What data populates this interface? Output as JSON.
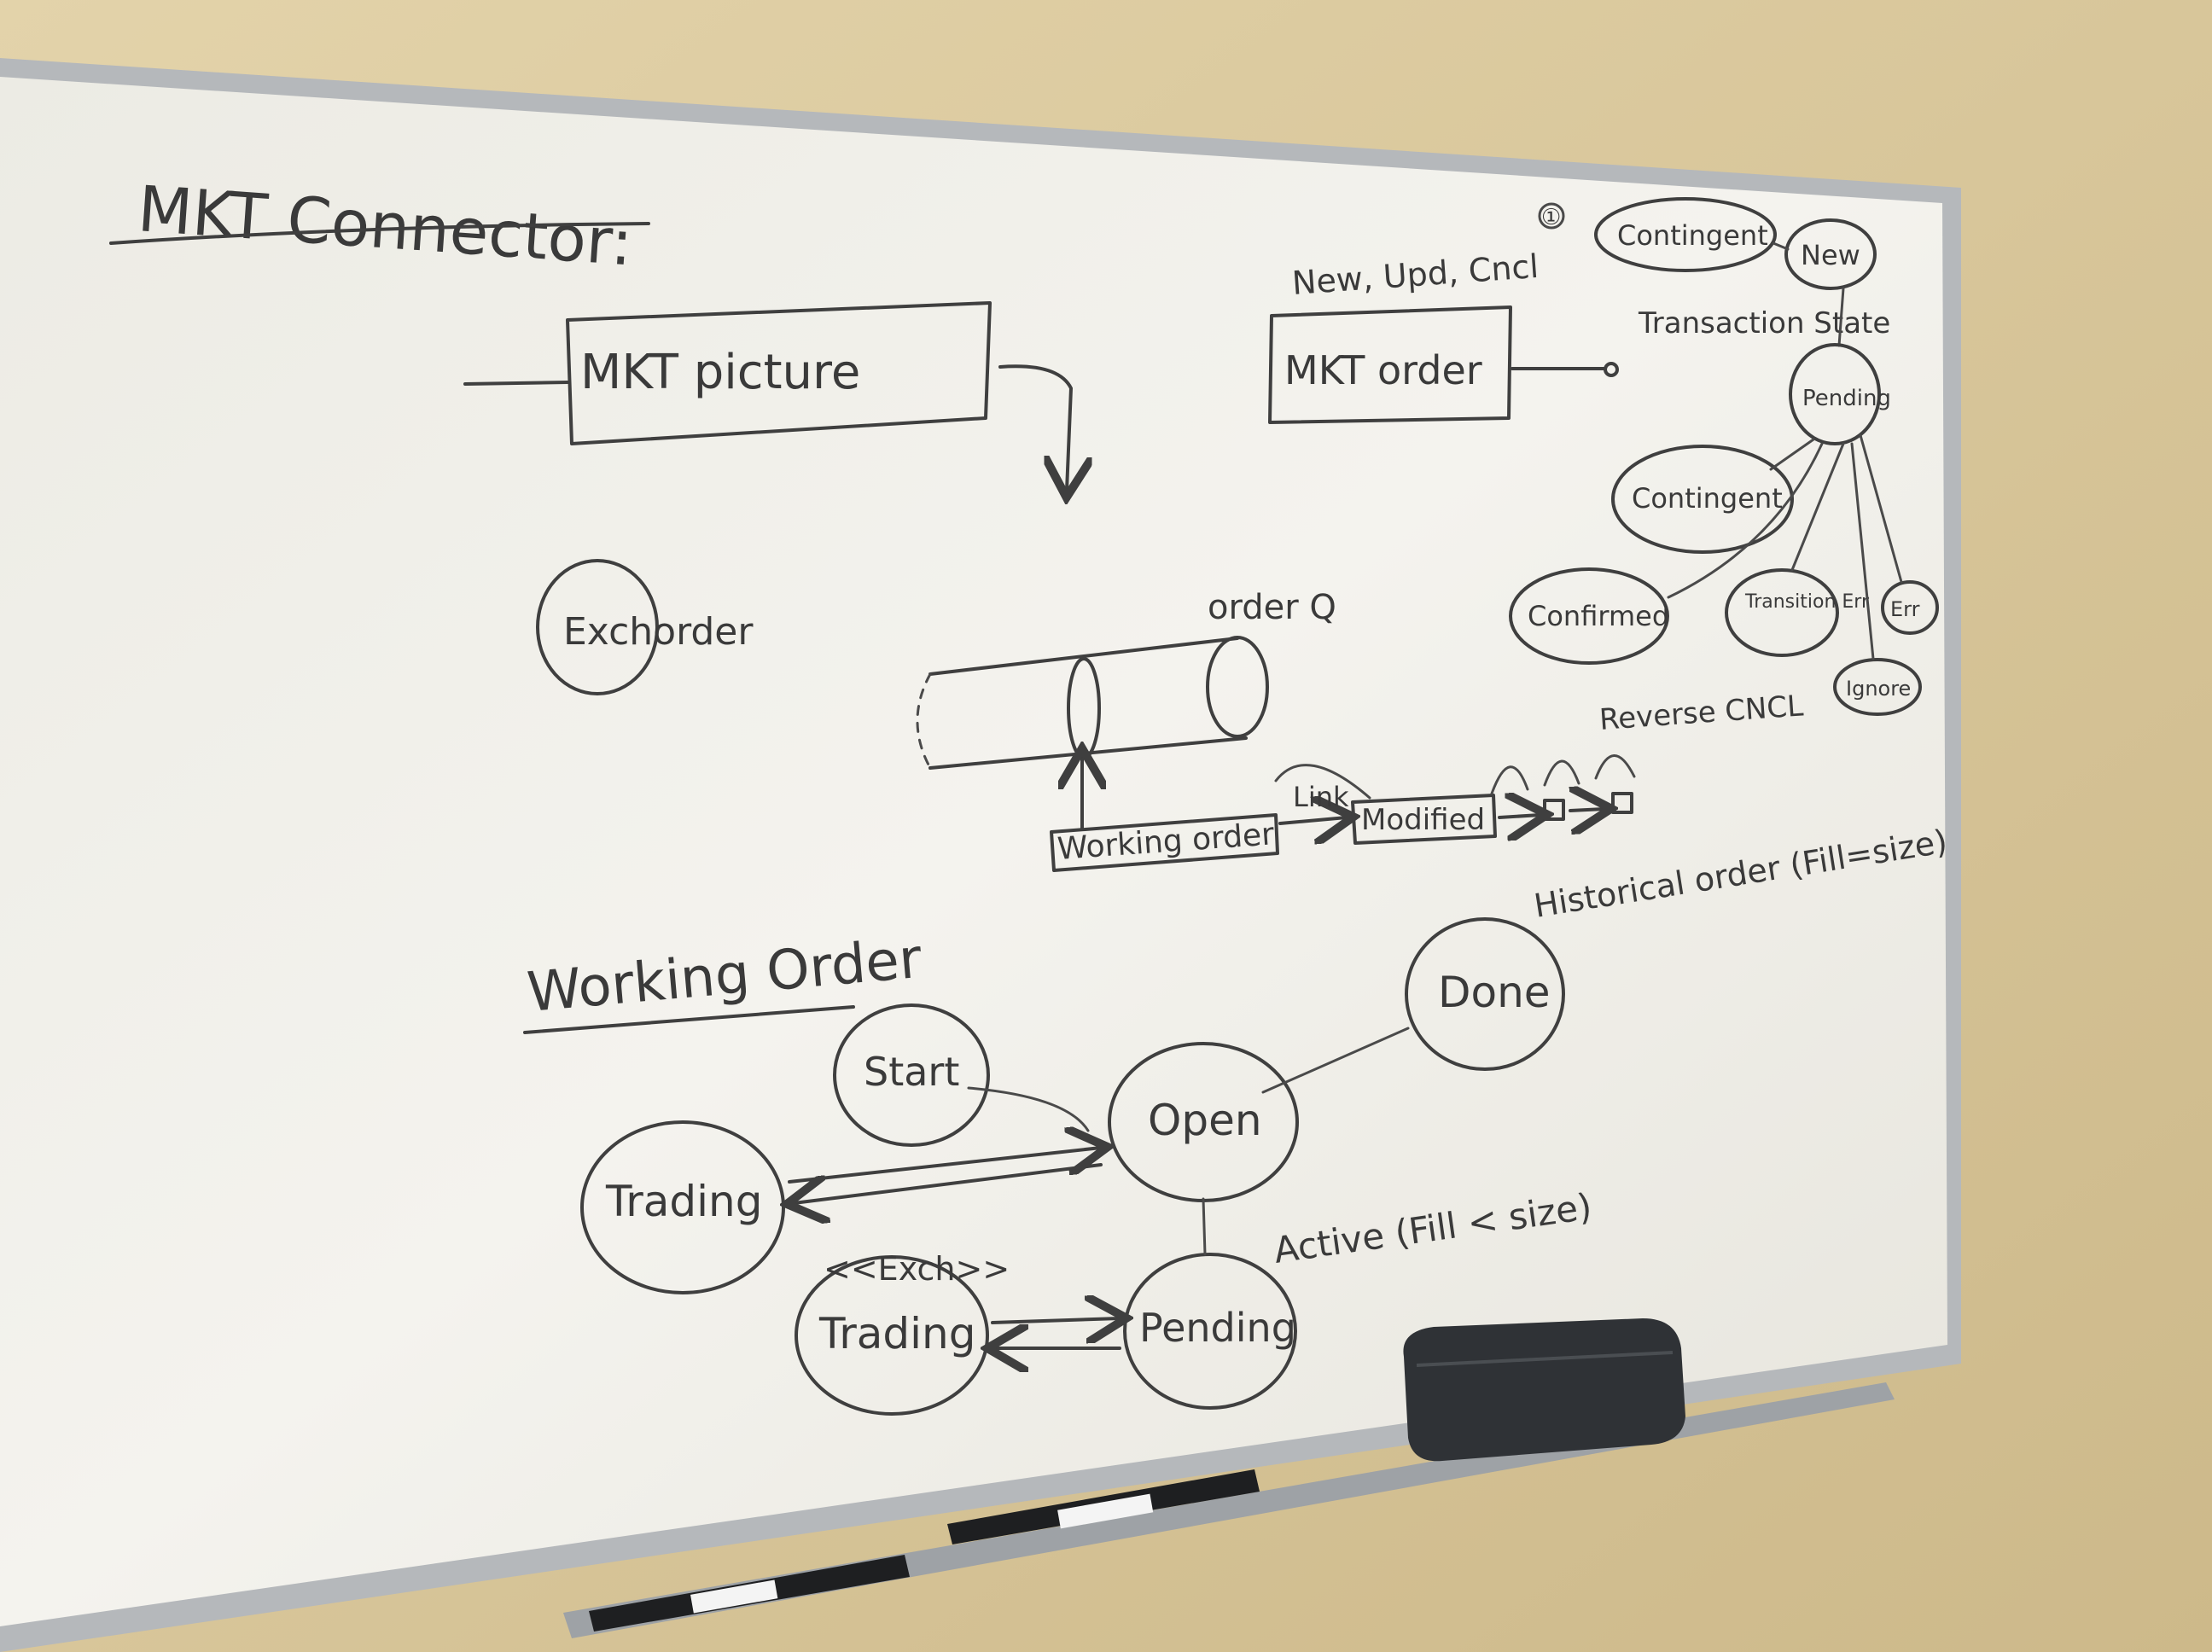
{
  "photo": {
    "subject": "whiteboard",
    "wall_color": "#dcc99c",
    "board_color": "#f1f0ea",
    "frame_color": "#b9bcbf",
    "ink_color": "#3a3a3a"
  },
  "board": {
    "title": "MKT Connector:",
    "top_section": {
      "mkt_picture_label": "MKT picture",
      "mkt_order_label": "MKT order",
      "mkt_order_ops": "New, Upd, Cncl",
      "exchorder_label": "Exchorder",
      "order_q_label": "order Q",
      "working_order_box": "Working order",
      "link_label": "Link",
      "modified_box": "Modified",
      "reverse_cncl_label": "Reverse CNCL",
      "historical_order_label": "Historical order (Fill=size)"
    },
    "transaction_state": {
      "heading": "Transaction State",
      "marker": "①",
      "nodes": {
        "contingent_top": "Contingent",
        "new": "New",
        "pending": "Pending",
        "contingent_mid": "Contingent",
        "confirmed": "Confirmed",
        "transition_err": "Transition Err",
        "err": "Err",
        "ignore": "Ignore"
      }
    },
    "working_order_section": {
      "heading": "Working Order",
      "start": "Start",
      "open": "Open",
      "done": "Done",
      "trading": "Trading",
      "exch_stereotype": "<<Exch>>",
      "exch_trading": "Trading",
      "pending": "Pending",
      "active_label": "Active (Fill < size)"
    }
  }
}
